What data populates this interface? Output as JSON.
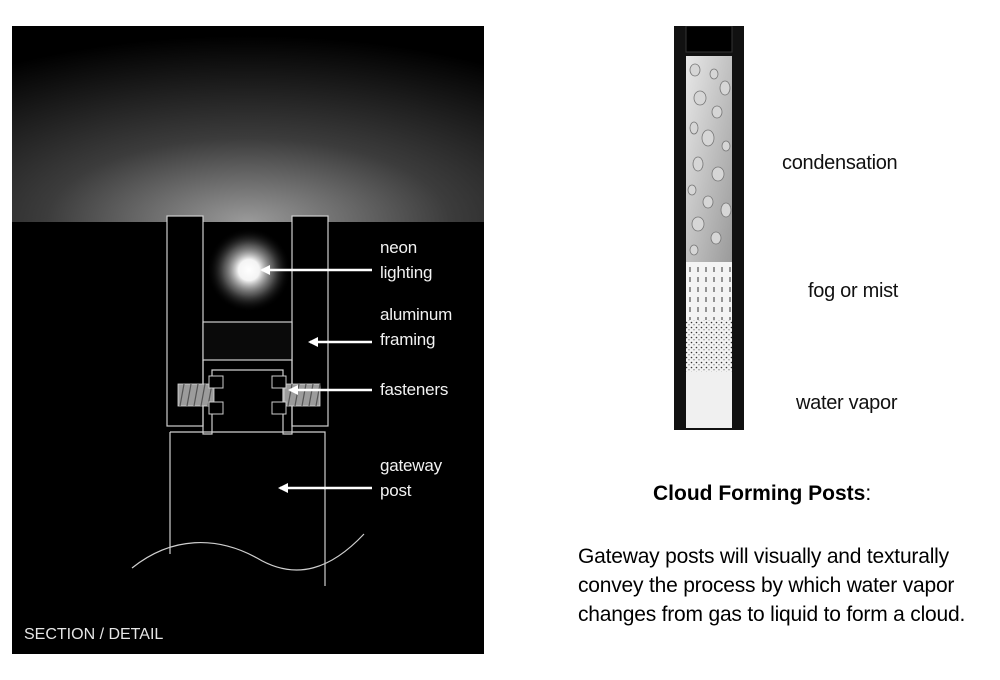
{
  "section": {
    "caption": "SECTION / DETAIL",
    "labels": {
      "neon_line1": "neon",
      "neon_line2": "lighting",
      "aluminum_line1": "aluminum",
      "aluminum_line2": "framing",
      "fasteners": "fasteners",
      "gateway_line1": "gateway",
      "gateway_line2": "post"
    }
  },
  "post": {
    "layers": {
      "condensation": "condensation",
      "fog": "fog or mist",
      "vapor": "water vapor"
    }
  },
  "heading": {
    "text": "Cloud Forming Posts",
    "suffix": ":"
  },
  "description": "Gateway posts will visually and texturally convey the process by which water vapor changes from gas to liquid to form a cloud.",
  "colors": {
    "background": "#000000",
    "line": "#cfcfcf",
    "text_dark": "#000000"
  }
}
